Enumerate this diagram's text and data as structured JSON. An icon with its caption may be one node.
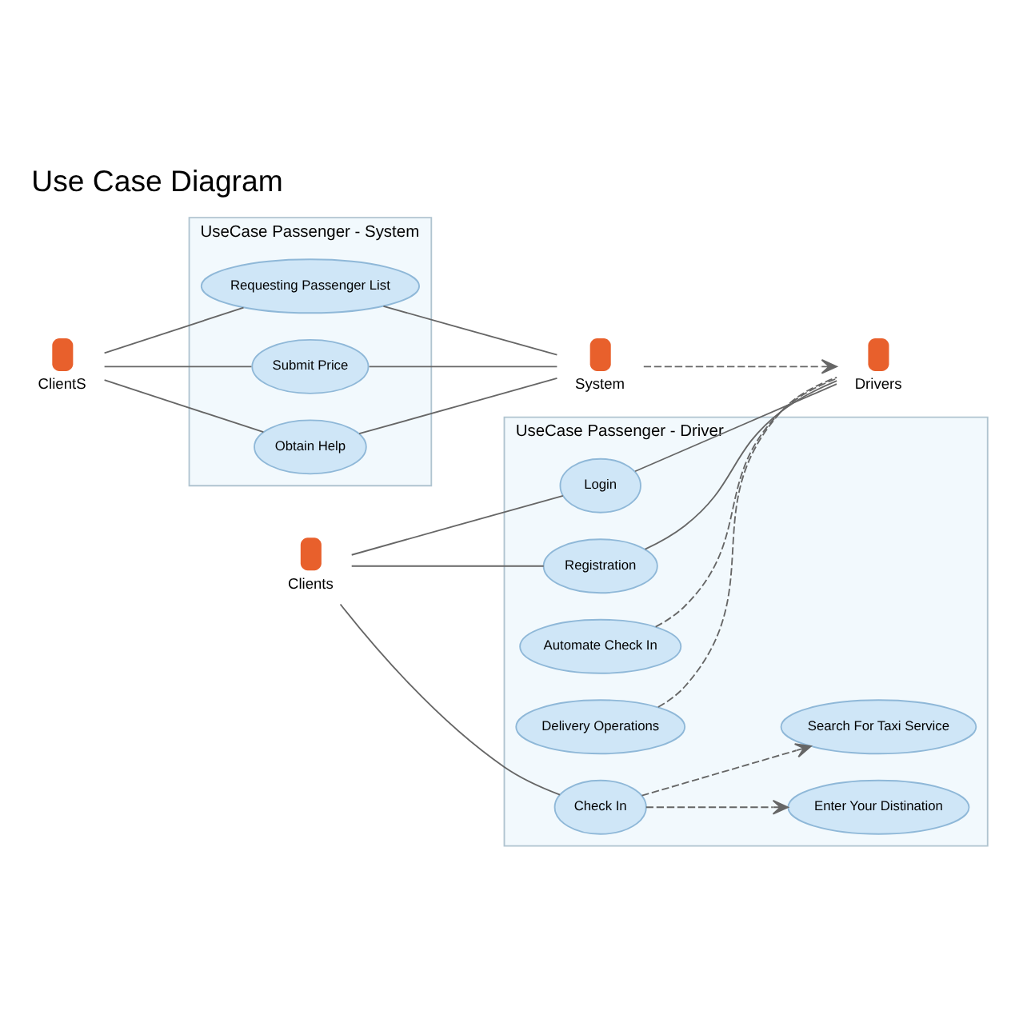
{
  "diagram": {
    "title": "Use Case Diagram",
    "nodes": [
      {
        "text": [
          "UseCase Passenger - Driver"
        ]
      },
      {
        "text": [
          "Registration"
        ],
        "in": 0
      },
      {
        "text": [
          "Login"
        ],
        "in": 0
      },
      {
        "text": [
          "Check In"
        ],
        "in": 0
      },
      {
        "text": [
          "Enter Your Distination"
        ],
        "in": 0
      },
      {
        "text": [
          "Search For Taxi Service"
        ],
        "in": 0
      },
      {
        "text": [
          "Automate Check In"
        ],
        "in": 0
      },
      {
        "text": [
          "Delivery Operations"
        ],
        "in": 0
      },
      {
        "text": [
          "Clients"
        ]
      },
      {
        "text": [
          "Drivers"
        ]
      },
      {
        "text": [
          "UseCase Passenger - System"
        ]
      },
      {
        "text": [
          "Requesting Passenger List"
        ],
        "in": 10
      },
      {
        "text": [
          "Submit Price"
        ],
        "in": 10
      },
      {
        "text": [
          "Obtain Help"
        ],
        "in": 10
      },
      {
        "text": [
          "ClientS"
        ]
      },
      {
        "text": [
          "System"
        ]
      }
    ],
    "edges": [
      {
        "from": 8,
        "to": 1,
        "arrow": "none"
      },
      {
        "from": 8,
        "to": 2,
        "arrow": "none"
      },
      {
        "from": 8,
        "to": 3,
        "arrow": "none"
      },
      {
        "from": 1,
        "to": 9,
        "arrow": "none"
      },
      {
        "from": 2,
        "to": 9,
        "arrow": "none"
      },
      {
        "from": 3,
        "to": 4,
        "arrow": "to",
        "style": "dashed"
      },
      {
        "from": 3,
        "to": 5,
        "arrow": "to",
        "style": "dashed"
      },
      {
        "from": 6,
        "to": 9,
        "arrow": "none",
        "style": "dashed"
      },
      {
        "from": 7,
        "to": 9,
        "arrow": "none",
        "style": "dashed"
      },
      {
        "from": 15,
        "to": 9,
        "arrow": "to",
        "style": "dashed"
      },
      {
        "from": 14,
        "to": 11,
        "arrow": "none"
      },
      {
        "from": 14,
        "to": 12,
        "arrow": "none"
      },
      {
        "from": 14,
        "to": 13,
        "arrow": "none"
      },
      {
        "from": 11,
        "to": 15,
        "arrow": "none"
      },
      {
        "from": 12,
        "to": 15,
        "arrow": "none"
      },
      {
        "from": 13,
        "to": 15,
        "arrow": "none"
      }
    ]
  }
}
